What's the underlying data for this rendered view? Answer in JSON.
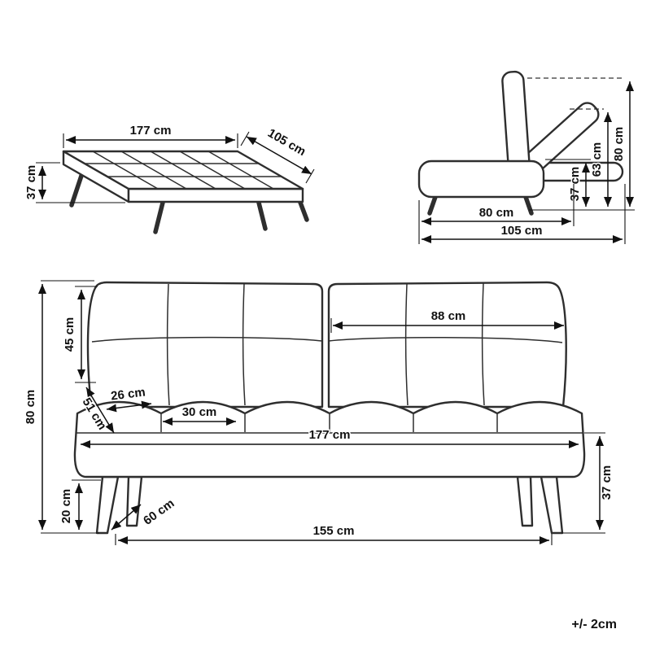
{
  "diagram": {
    "tolerance_note": "+/- 2cm",
    "flat_view": {
      "width": "177 cm",
      "depth": "105 cm",
      "height": "37 cm"
    },
    "side_view": {
      "total_height": "80 cm",
      "backrest_height": "63 cm",
      "seat_height": "37 cm",
      "seat_depth": "80 cm",
      "total_depth": "105 cm"
    },
    "front_view": {
      "total_height": "80 cm",
      "backrest_height": "45 cm",
      "seat_diagonal": "51 cm",
      "cushion_depth": "26 cm",
      "cushion_width": "30 cm",
      "half_width": "88 cm",
      "total_width": "177 cm",
      "seat_height": "37 cm",
      "leg_height": "20 cm",
      "leg_spacing_depth": "60 cm",
      "leg_span": "155 cm"
    }
  }
}
